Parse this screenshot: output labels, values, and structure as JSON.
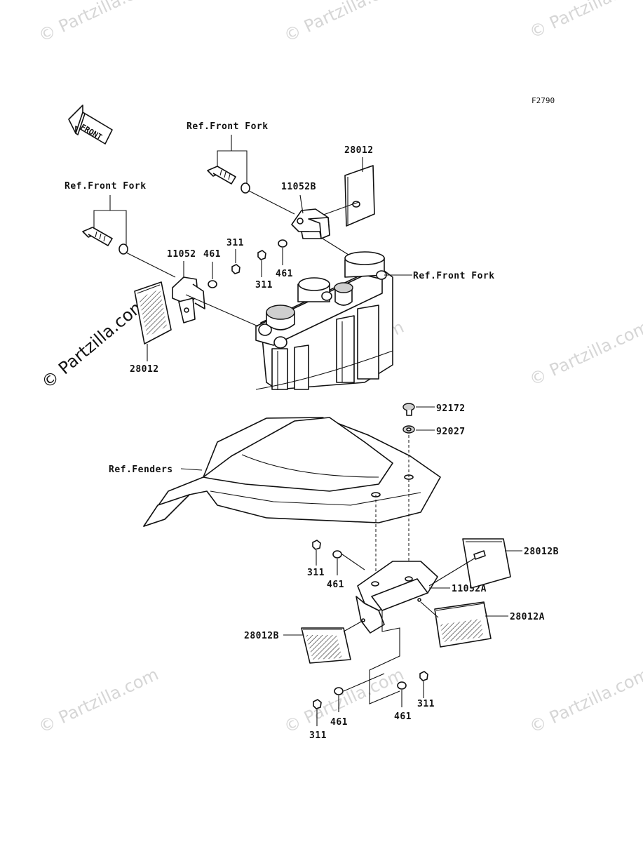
{
  "diagram_code": "F2790",
  "front_arrow_label": "FRONT",
  "watermark": {
    "text": "© Partzilla.com",
    "side_text": "© Partzilla.com"
  },
  "labels": {
    "ref_front_fork_top": "Ref.Front Fork",
    "ref_front_fork_left": "Ref.Front Fork",
    "ref_front_fork_right": "Ref.Front Fork",
    "ref_fenders": "Ref.Fenders",
    "p28012_top": "28012",
    "p28012_left": "28012",
    "p11052B": "11052B",
    "p11052": "11052",
    "p461_a": "461",
    "p311_a": "311",
    "p311_b": "311",
    "p461_b": "461",
    "p92172": "92172",
    "p92027": "92027",
    "p28012B_right": "28012B",
    "p11052A": "11052A",
    "p28012A": "28012A",
    "p28012B_left": "28012B",
    "p311_c": "311",
    "p461_c": "461",
    "p311_d": "311",
    "p461_d": "461",
    "p461_e": "461",
    "p311_e": "311"
  }
}
